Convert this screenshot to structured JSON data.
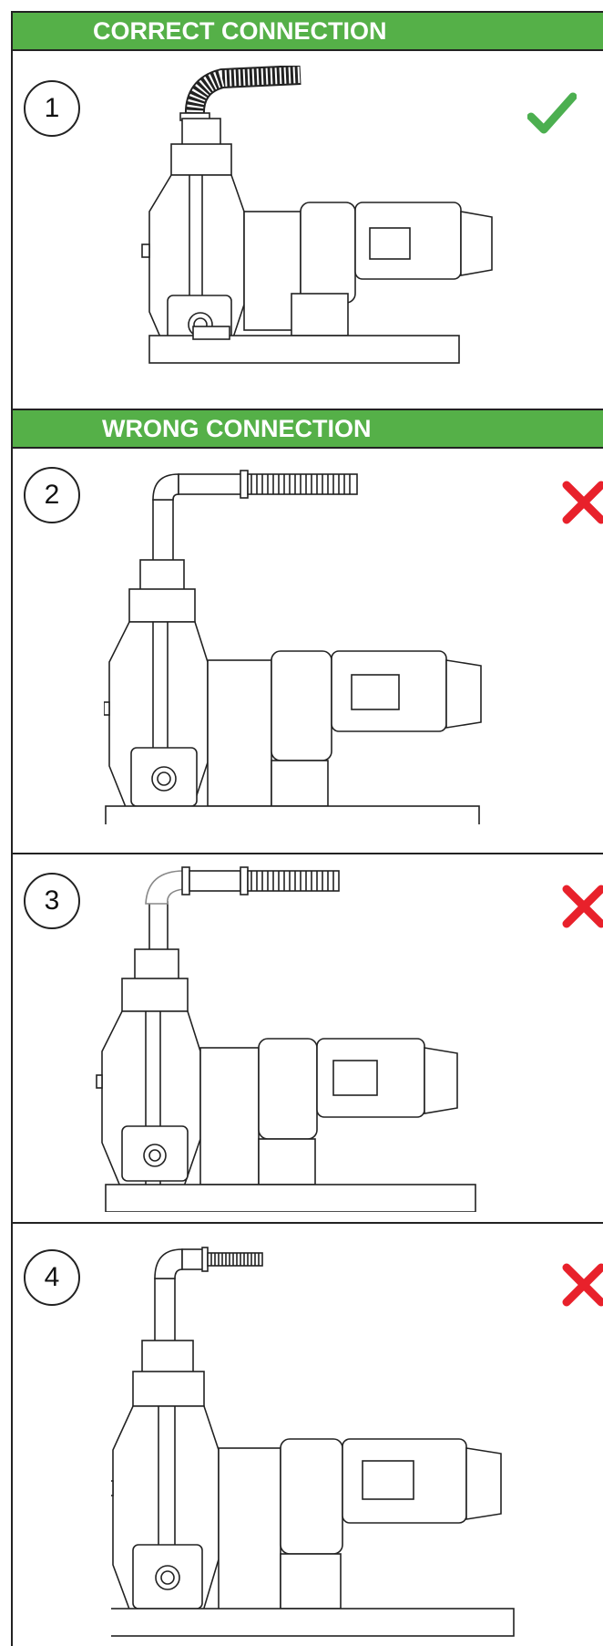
{
  "headers": {
    "correct": "CORRECT CONNECTION",
    "wrong": "WRONG CONNECTION"
  },
  "panels": [
    {
      "number": "1",
      "status_icon": "check-icon",
      "status_color": "#4caf50",
      "connection": "flexible-hose-direct"
    },
    {
      "number": "2",
      "status_icon": "cross-icon",
      "status_color": "#e8212b",
      "connection": "elbow-pipe-then-hose"
    },
    {
      "number": "3",
      "status_icon": "cross-icon",
      "status_color": "#e8212b",
      "connection": "elbow-pipe-clamp-then-hose"
    },
    {
      "number": "4",
      "status_icon": "cross-icon",
      "status_color": "#e8212b",
      "connection": "elbow-then-thin-hose"
    }
  ],
  "colors": {
    "banner": "#55b048",
    "line": "#222222",
    "check": "#4caf50",
    "cross": "#e8212b"
  }
}
